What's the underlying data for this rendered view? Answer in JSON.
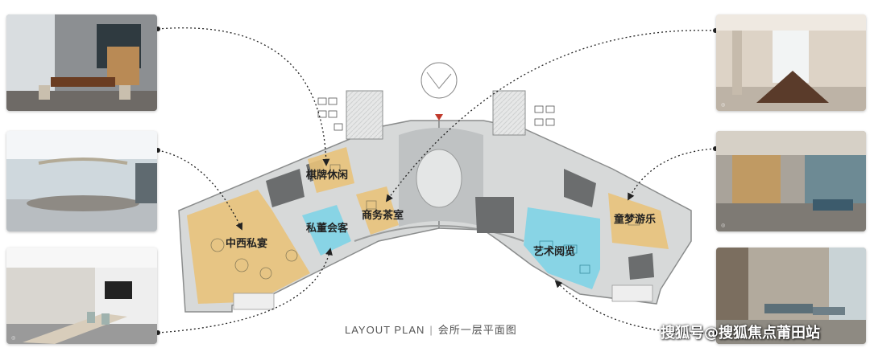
{
  "caption": {
    "en": "LAYOUT PLAN",
    "separator": "|",
    "zh": "会所一层平面图"
  },
  "rooms": {
    "qipai": "棋牌休闲",
    "shangwu": "商务茶室",
    "sidong": "私董会客",
    "zhongxi": "中西私宴",
    "tongmeng": "童梦游乐",
    "yishu": "艺术阅览"
  },
  "watermark": "搜狐号@搜狐焦点莆田站",
  "colors": {
    "gold_room": "#e9c27a",
    "blue_room": "#7fd3e6",
    "gray_floor": "#c7c9c9",
    "dark_block": "#6b6d6e"
  }
}
